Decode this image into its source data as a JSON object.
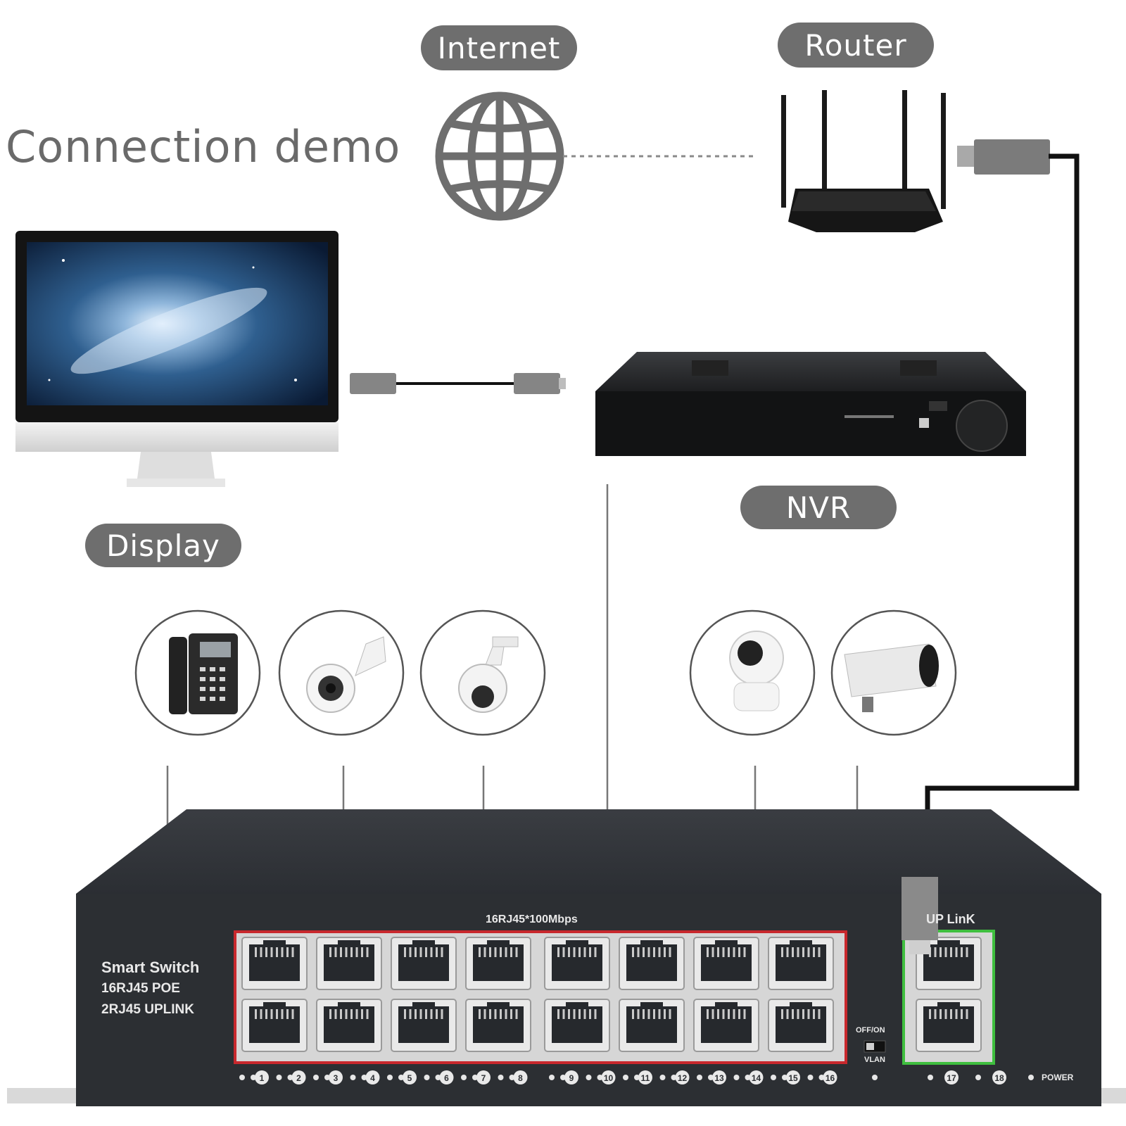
{
  "title": "Connection demo",
  "labels": {
    "internet": "Internet",
    "router": "Router",
    "display": "Display",
    "nvr": "NVR"
  },
  "switch": {
    "brand_line1": "Smart Switch",
    "brand_line2": "16RJ45 POE",
    "brand_line3": "2RJ45 UPLINK",
    "ports_header": "16RJ45*100Mbps",
    "uplink_header": "UP LinK",
    "vlan_switch_label": "OFF/ON",
    "vlan_label": "VLAN",
    "power_label": "POWER",
    "port_numbers": [
      "1",
      "2",
      "3",
      "4",
      "5",
      "6",
      "7",
      "8",
      "9",
      "10",
      "11",
      "12",
      "13",
      "14",
      "15",
      "16"
    ],
    "uplink_numbers": [
      "17",
      "18"
    ]
  },
  "devices": [
    "phone-icon",
    "dome-camera-icon",
    "ptz-camera-icon",
    "indoor-camera-icon",
    "bullet-camera-icon"
  ],
  "colors": {
    "pill": "#6e6e6e",
    "switch_body": "#2c2f33",
    "poe_border": "#c8282d",
    "uplink_border": "#3fbf3f",
    "line": "#777777"
  }
}
